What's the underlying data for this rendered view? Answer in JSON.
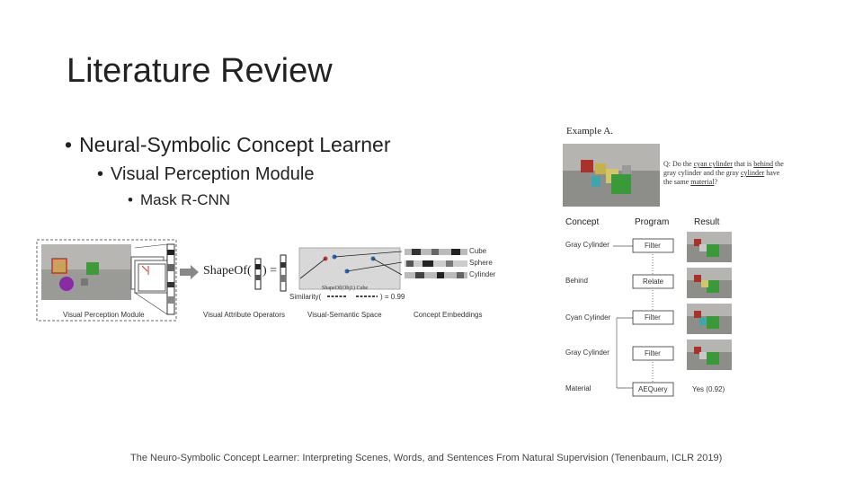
{
  "slide": {
    "title": "Literature Review",
    "bullets": [
      {
        "level": 1,
        "text": "Neural-Symbolic Concept Learner"
      },
      {
        "level": 2,
        "text": "Visual Perception Module"
      },
      {
        "level": 3,
        "text": "Mask R-CNN"
      }
    ],
    "citation": "The Neuro-Symbolic Concept Learner: Interpreting Scenes, Words, and Sentences From Natural Supervision (Tenenbaum, ICLR 2019)"
  },
  "figure_left": {
    "shapeof_label": "ShapeOf(",
    "shapeof_close": ") =",
    "embeddings": [
      "Cube",
      "Sphere",
      "Cylinder"
    ],
    "similarity_label": "Similarity(",
    "similarity_caption": "ShapeOf(Obj1)   Cube",
    "similarity_value": ") = 0.99",
    "captions": [
      "Visual Perception Module",
      "Visual Attribute Operators",
      "Visual-Semantic Space",
      "Concept Embeddings"
    ]
  },
  "figure_right": {
    "example_label": "Example A.",
    "question_prefix": "Q: Do the ",
    "question_link1": "cyan cylinder",
    "question_mid1": " that is ",
    "question_link2": "behind",
    "question_mid2": " the gray cylinder and the gray ",
    "question_link3": "cylinder",
    "question_mid3": " have the same ",
    "question_link4": "material",
    "question_end": "?",
    "headers": [
      "Concept",
      "Program",
      "Result"
    ],
    "rows": [
      {
        "concept": "Gray Cylinder",
        "program": "Filter"
      },
      {
        "concept": "Behind",
        "program": "Relate"
      },
      {
        "concept": "Cyan Cylinder",
        "program": "Filter"
      },
      {
        "concept": "Gray Cylinder",
        "program": "Filter"
      },
      {
        "concept": "Material",
        "program": "AEQuery",
        "result": "Yes (0.92)"
      }
    ]
  }
}
